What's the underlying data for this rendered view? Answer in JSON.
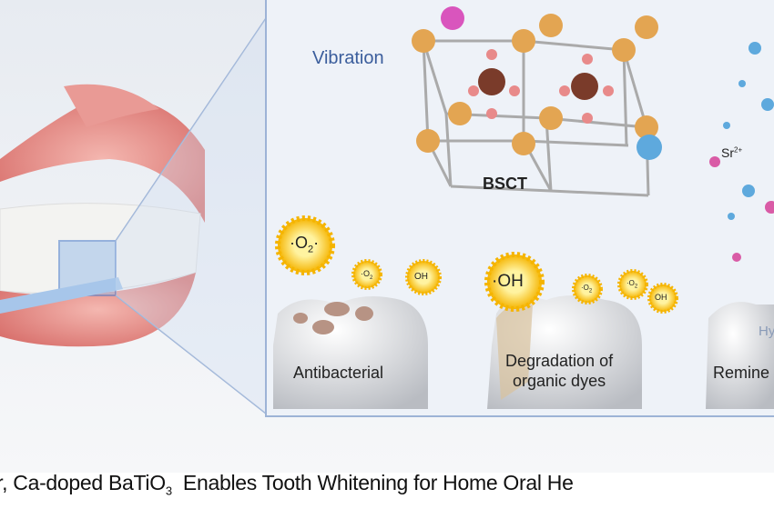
{
  "panel": {
    "vibration_label": "Vibration",
    "crystal_label": "BSCT",
    "ion_label": "Sr",
    "ion_charge": "2+",
    "radicals": {
      "superoxide": "O",
      "superoxide_sub": "2",
      "hydroxyl": "OH"
    },
    "teeth": [
      {
        "label": "Antibacterial"
      },
      {
        "label": "Degradation of\norganic dyes"
      },
      {
        "label": "Remine",
        "overlay": "Hy"
      }
    ]
  },
  "caption": {
    "prefix": "r, Ca-doped BaTiO",
    "subscript": "3",
    "suffix": "  Enables Tooth Whitening for Home Oral He"
  },
  "colors": {
    "panel_border": "#9db3d6",
    "panel_bg": "#eef2f8",
    "label_blue": "#3a5d9c",
    "barium": "#e3a552",
    "oxygen": "#e88a8a",
    "titanium": "#7a3b2a",
    "sr_ion": "#d95ba6",
    "ca_ion": "#5ea9dd"
  }
}
